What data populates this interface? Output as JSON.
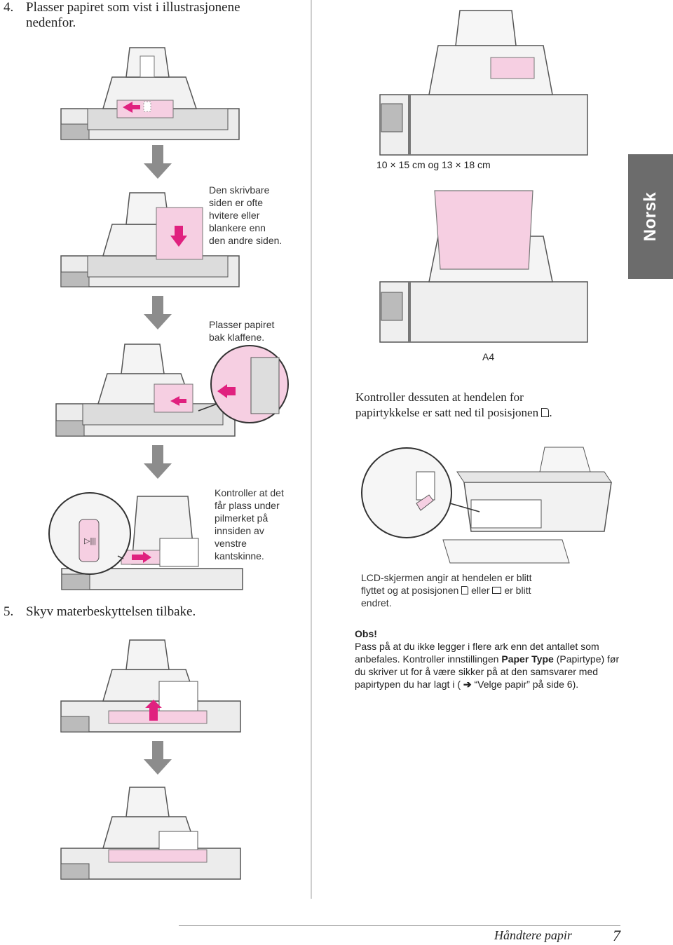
{
  "step4": {
    "number": "4.",
    "text": "Plasser papiret som vist i illustrasjonene nedenfor."
  },
  "step5": {
    "number": "5.",
    "text": "Skyv materbeskyttelsen tilbake."
  },
  "captions": {
    "printable_side": [
      "Den skrivbare",
      "siden er ofte",
      "hvitere eller",
      "blankere enn",
      "den andre siden."
    ],
    "behind_tabs": [
      "Plasser papiret",
      "bak klaffene."
    ],
    "arrow_mark": [
      "Kontroller at det",
      "får plass under",
      "pilmerket på",
      "innsiden av",
      "venstre",
      "kantskinne."
    ],
    "size_small": "10 × 15 cm og 13 × 18 cm",
    "size_a4": "A4"
  },
  "lever_note": [
    "Kontroller dessuten at hendelen for",
    "papirtykkelse er satt ned til posisjonen"
  ],
  "lcd_note": [
    "LCD-skjermen angir at hendelen er blitt",
    "flyttet og at posisjonen",
    "eller",
    "er blitt",
    "endret."
  ],
  "obs": {
    "title": "Obs!",
    "line1": "Pass på at du ikke legger i flere ark enn det antallet som",
    "line2_a": "anbefales. Kontroller innstillingen",
    "line2_bold": "Paper Type",
    "line2_b": "(Papirtype) før",
    "line3": "du skriver ut for å være sikker på at den samsvarer med",
    "line4_a": "papirtypen du har lagt i (",
    "line4_b": "“Velge papir” på side 6)."
  },
  "side_tab": "Norsk",
  "footer": {
    "title": "Håndtere papir",
    "page": "7"
  },
  "colors": {
    "pink": "#f6cfe2",
    "magenta": "#e0217f",
    "gray_arrow": "#8c8c8c",
    "tab_bg": "#6c6c6c"
  }
}
